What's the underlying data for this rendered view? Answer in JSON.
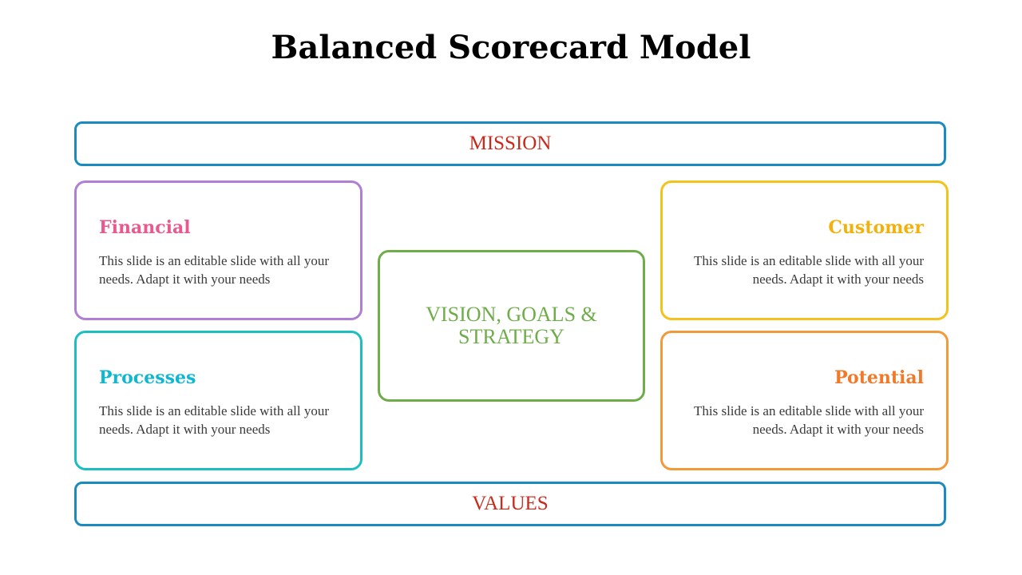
{
  "title": "Balanced Scorecard Model",
  "mission": "MISSION",
  "values": "VALUES",
  "center": "VISION, GOALS & STRATEGY",
  "cards": {
    "financial": {
      "heading": "Financial",
      "body": "This slide is an editable slide with all your needs. Adapt it with your needs",
      "color": "#e8598f",
      "border": "#b17ed6"
    },
    "processes": {
      "heading": "Processes",
      "body": "This slide is an editable slide with all your needs. Adapt it with your needs",
      "color": "#10b7d1",
      "border": "#1cbfbf"
    },
    "customer": {
      "heading": "Customer",
      "body": "This slide is an editable slide with all your needs. Adapt it with your needs",
      "color": "#f2b10c",
      "border": "#f5c21b"
    },
    "potential": {
      "heading": "Potential",
      "body": "This slide is an editable slide with all your needs. Adapt it with your needs",
      "color": "#ee7a2a",
      "border": "#f29a3a"
    }
  },
  "colors": {
    "band_border": "#1b8bbf",
    "band_text": "#c82a1c",
    "center": "#6fad4a"
  }
}
